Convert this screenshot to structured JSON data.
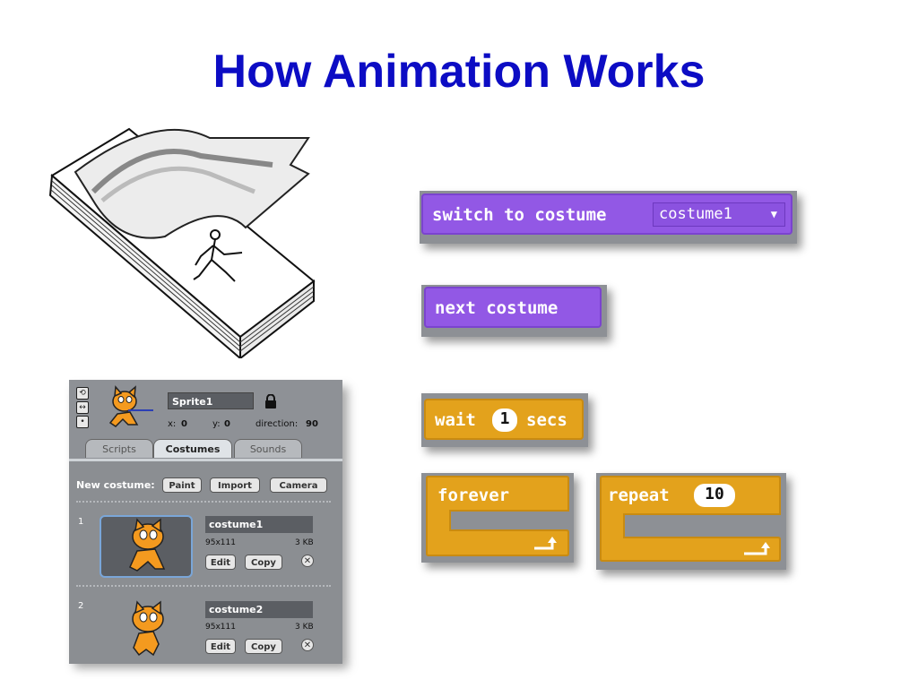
{
  "slide": {
    "title": "How Animation Works"
  },
  "scratch_panel": {
    "sprite_name": "Sprite1",
    "x_label": "x:",
    "x_value": "0",
    "y_label": "y:",
    "y_value": "0",
    "direction_label": "direction:",
    "direction_value": "90",
    "tabs": [
      "Scripts",
      "Costumes",
      "Sounds"
    ],
    "active_tab": "Costumes",
    "new_costume_label": "New costume:",
    "buttons": {
      "paint": "Paint",
      "import": "Import",
      "camera": "Camera",
      "edit": "Edit",
      "copy": "Copy"
    },
    "costumes": [
      {
        "number": "1",
        "name": "costume1",
        "dimensions": "95x111",
        "size": "3 KB"
      },
      {
        "number": "2",
        "name": "costume2",
        "dimensions": "95x111",
        "size": "3 KB"
      }
    ]
  },
  "blocks": {
    "switch_costume": {
      "label": "switch to costume",
      "dropdown": "costume1"
    },
    "next_costume": {
      "label": "next costume"
    },
    "wait": {
      "pre": "wait",
      "value": "1",
      "post": "secs"
    },
    "forever": {
      "label": "forever"
    },
    "repeat": {
      "label": "repeat",
      "value": "10"
    }
  },
  "colors": {
    "title": "#0c0cc4",
    "looks_block": "#9258e5",
    "control_block": "#e3a21c"
  }
}
